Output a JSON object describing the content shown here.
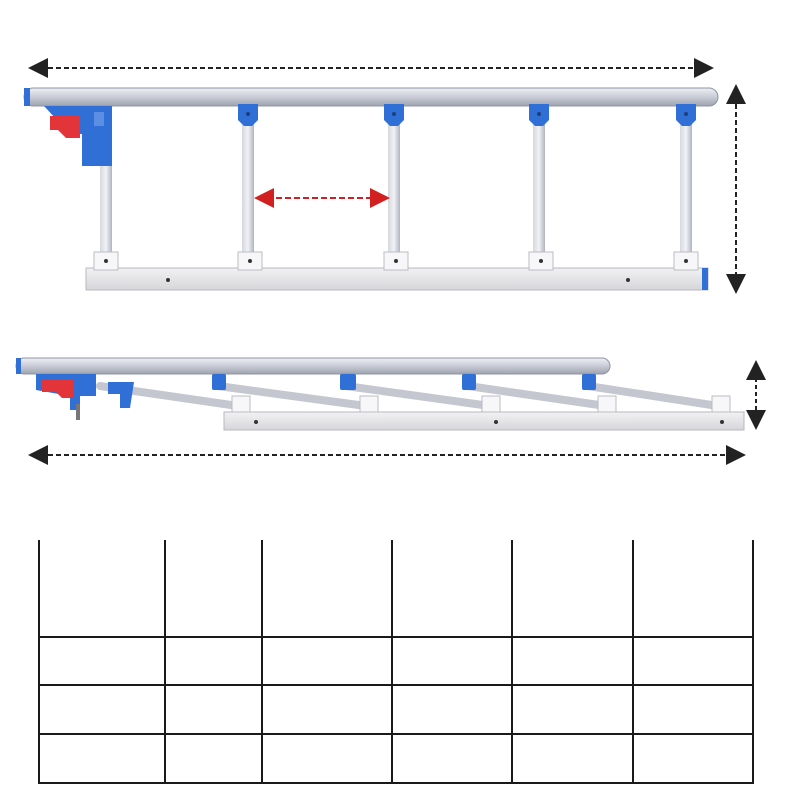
{
  "product": {
    "upright_view": {
      "post_count": 5,
      "arrow_style": "dashed"
    },
    "folded_view": {
      "post_count": 5,
      "arrow_style": "dashed"
    }
  },
  "colors": {
    "rail": "#c9ccd6",
    "rail_highlight": "#eef0f5",
    "rail_shadow": "#9ea3b0",
    "bracket_blue": "#2f6fd6",
    "latch_red": "#e3343a",
    "base": "#e8e8ea",
    "arrow": "#222222",
    "spacing_arrow": "#d21f1f",
    "table_line": "#1a1a1a"
  },
  "icons": [
    "lock-latch-icon",
    "post-bracket-icon"
  ],
  "spec_table": {
    "columns": 6,
    "rows": [
      [
        "",
        "",
        "",
        "",
        "",
        ""
      ],
      [
        "",
        "",
        "",
        "",
        "",
        ""
      ],
      [
        "",
        "",
        "",
        "",
        "",
        ""
      ],
      [
        "",
        "",
        "",
        "",
        "",
        ""
      ]
    ]
  }
}
